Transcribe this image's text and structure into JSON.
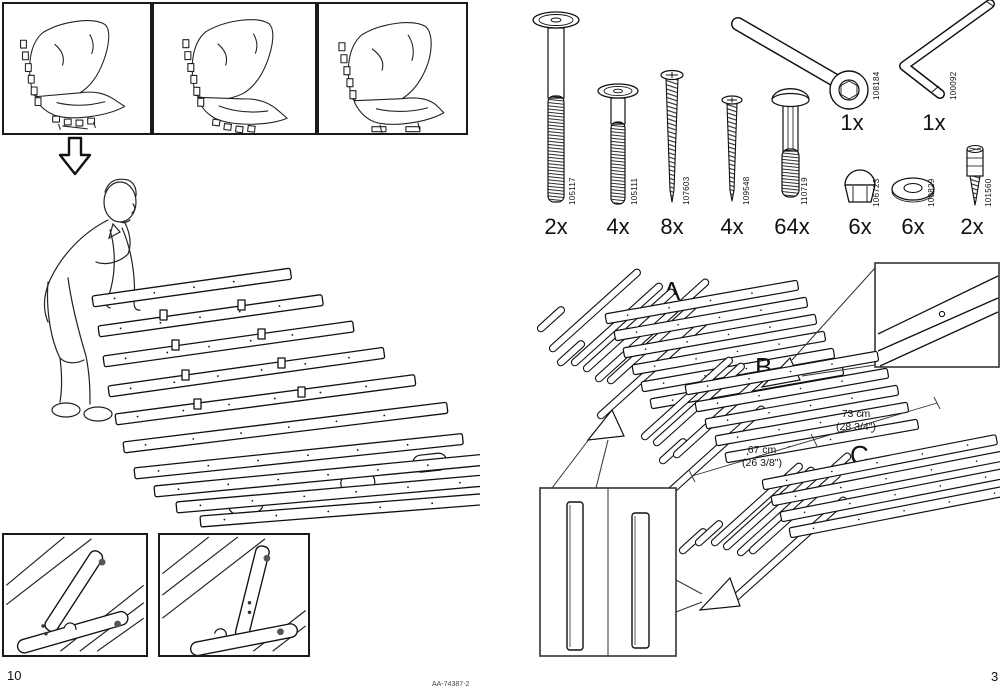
{
  "page": {
    "left_number": "10",
    "right_number": "3",
    "doc_code": "AA-74387-2"
  },
  "hardware": {
    "parts": [
      {
        "id": "105117",
        "qty": "2x",
        "icon": "long-hex-bolt-icon"
      },
      {
        "id": "105111",
        "qty": "4x",
        "icon": "flat-head-bolt-icon"
      },
      {
        "id": "107603",
        "qty": "8x",
        "icon": "wood-screw-icon"
      },
      {
        "id": "109548",
        "qty": "4x",
        "icon": "short-wood-screw-icon"
      },
      {
        "id": "110719",
        "qty": "64x",
        "icon": "dome-head-bolt-icon"
      },
      {
        "id": "106723",
        "qty": "6x",
        "icon": "cap-nut-icon"
      },
      {
        "id": "100829",
        "qty": "6x",
        "icon": "washer-icon"
      },
      {
        "id": "101560",
        "qty": "2x",
        "icon": "double-ended-screw-icon"
      }
    ],
    "tools": [
      {
        "id": "108184",
        "qty": "1x",
        "icon": "ring-spanner-icon"
      },
      {
        "id": "100092",
        "qty": "1x",
        "icon": "hex-key-icon"
      }
    ]
  },
  "diagram": {
    "labels": {
      "a": "A",
      "b": "B",
      "c": "C"
    },
    "dimensions": {
      "depth_cm": "73 cm",
      "depth_in": "(28 3/4\")",
      "width_cm": "67 cm",
      "width_in": "(26 3/8\")"
    }
  }
}
